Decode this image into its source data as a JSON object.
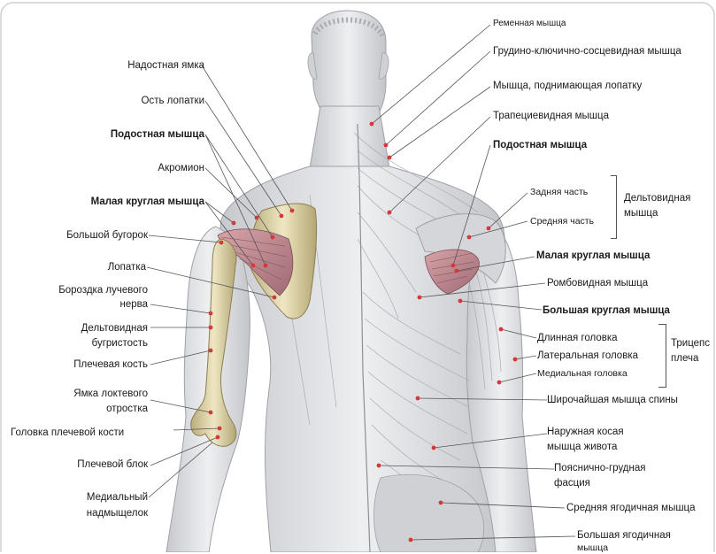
{
  "labels_left": [
    {
      "id": "supraspinous-fossa",
      "text": "Надостная ямка"
    },
    {
      "id": "spine-of-scapula",
      "text": "Ость лопатки"
    },
    {
      "id": "infraspinatus-left",
      "text": "Подостная мышца"
    },
    {
      "id": "acromion",
      "text": "Акромион"
    },
    {
      "id": "teres-minor-left",
      "text": "Малая круглая мышца"
    },
    {
      "id": "greater-tubercle",
      "text": "Большой бугорок"
    },
    {
      "id": "scapula",
      "text": "Лопатка"
    },
    {
      "id": "radial-groove-1",
      "text": "Бороздка лучевого"
    },
    {
      "id": "radial-groove-2",
      "text": "нерва"
    },
    {
      "id": "deltoid-tuberosity-1",
      "text": "Дельтовидная"
    },
    {
      "id": "deltoid-tuberosity-2",
      "text": "бугристость"
    },
    {
      "id": "humerus",
      "text": "Плечевая кость"
    },
    {
      "id": "olecranon-fossa-1",
      "text": "Ямка локтевого"
    },
    {
      "id": "olecranon-fossa-2",
      "text": "отростка"
    },
    {
      "id": "humerus-head",
      "text": "Головка плечевой кости"
    },
    {
      "id": "trochlea",
      "text": "Плечевой блок"
    },
    {
      "id": "medial-epicondyle-1",
      "text": "Медиальный"
    },
    {
      "id": "medial-epicondyle-2",
      "text": "надмыщелок"
    }
  ],
  "labels_right": [
    {
      "id": "splenius",
      "text": "Ременная мышца"
    },
    {
      "id": "sternocleidomastoid",
      "text": "Грудино-ключично-сосцевидная мышца"
    },
    {
      "id": "levator-scapulae",
      "text": "Мышца, поднимающая лопатку"
    },
    {
      "id": "trapezius",
      "text": "Трапециевидная мышца"
    },
    {
      "id": "infraspinatus-right",
      "text": "Подостная мышца"
    },
    {
      "id": "deltoid-posterior",
      "text": "Задняя часть"
    },
    {
      "id": "deltoid-middle",
      "text": "Средняя часть"
    },
    {
      "id": "deltoid-1",
      "text": "Дельтовидная"
    },
    {
      "id": "deltoid-2",
      "text": "мышца"
    },
    {
      "id": "teres-minor-right",
      "text": "Малая круглая мышца"
    },
    {
      "id": "rhomboid",
      "text": "Ромбовидная мышца"
    },
    {
      "id": "teres-major",
      "text": "Большая круглая мышца"
    },
    {
      "id": "long-head",
      "text": "Длинная головка"
    },
    {
      "id": "lateral-head",
      "text": "Латеральная головка"
    },
    {
      "id": "medial-head",
      "text": "Медиальная головка"
    },
    {
      "id": "triceps-1",
      "text": "Трицепс"
    },
    {
      "id": "triceps-2",
      "text": "плеча"
    },
    {
      "id": "latissimus",
      "text": "Широчайшая мышца спины"
    },
    {
      "id": "external-oblique-1",
      "text": "Наружная косая"
    },
    {
      "id": "external-oblique-2",
      "text": "мышца живота"
    },
    {
      "id": "thoracolumbar-1",
      "text": "Пояснично-грудная"
    },
    {
      "id": "thoracolumbar-2",
      "text": "фасция"
    },
    {
      "id": "gluteus-medius",
      "text": "Средняя ягодичная мышца"
    },
    {
      "id": "gluteus-maximus-1",
      "text": "Большая ягодичная"
    },
    {
      "id": "gluteus-maximus-2",
      "text": "мышца"
    }
  ],
  "colors": {
    "muscle": "#d9dadd",
    "muscle_line": "#a5a7ad",
    "bone": "#ded4a8",
    "bone_line": "#8a7e52",
    "tendon": "#c9c3b4",
    "red_muscle": "#b9838a",
    "marker": "#d23a3a",
    "leader": "#555555",
    "text": "#1a1a1a"
  }
}
